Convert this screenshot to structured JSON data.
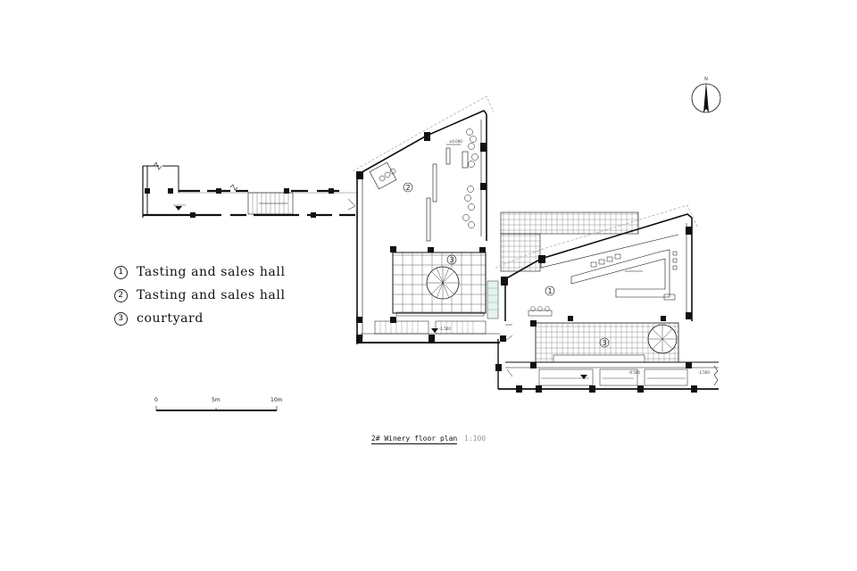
{
  "legend": [
    {
      "number": "1",
      "label": "Tasting and sales hall"
    },
    {
      "number": "2",
      "label": "Tasting and sales hall"
    },
    {
      "number": "3",
      "label": "courtyard"
    }
  ],
  "scale_bar": {
    "ticks": [
      "0",
      "5m",
      "10m"
    ]
  },
  "plan_title": {
    "main": "2# Winery floor plan",
    "scale": "1:100"
  },
  "room_markers": [
    "1",
    "2",
    "3",
    "3"
  ],
  "north_arrow_label": "N",
  "elevation_labels": [
    "±0.000",
    "-1.500",
    "-0.500",
    "-1.500"
  ]
}
